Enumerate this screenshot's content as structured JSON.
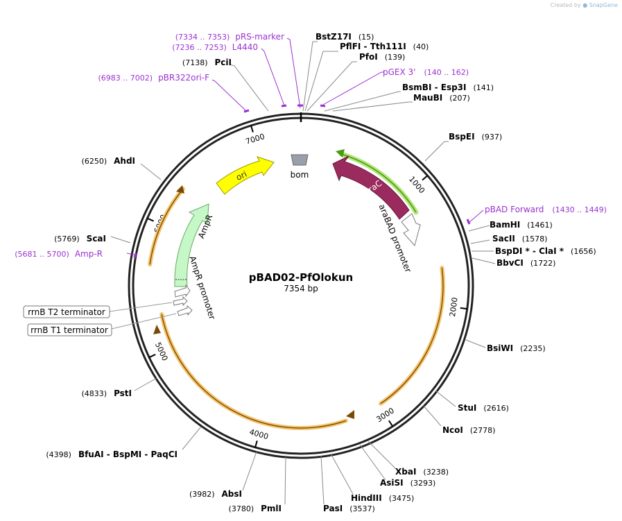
{
  "watermark": {
    "prefix": "Created by",
    "brand": "SnapGene"
  },
  "plasmid": {
    "name": "pBAD02-PfOlokun",
    "size_label": "7354 bp",
    "length": 7354
  },
  "colors": {
    "ori": "#ffff00",
    "araC": "#9b2b5e",
    "araC_glow": "#7fcc33",
    "ampr": "#c6f7c6",
    "glow_orange": "#f5b330",
    "bom": "#9aa0aa",
    "primer": "#9b30d0",
    "site": "#000000"
  },
  "ticks": [
    {
      "pos": 1000,
      "label": "1000"
    },
    {
      "pos": 2000,
      "label": "2000"
    },
    {
      "pos": 3000,
      "label": "3000"
    },
    {
      "pos": 4000,
      "label": "4000"
    },
    {
      "pos": 5000,
      "label": "5000"
    },
    {
      "pos": 6000,
      "label": "6000"
    },
    {
      "pos": 7000,
      "label": "7000"
    }
  ],
  "sites": [
    {
      "name": "BstZ17I",
      "pos": "(15)",
      "at": 15,
      "side": "right"
    },
    {
      "name": "PflFI  -  Tth111I",
      "pos": "(40)",
      "at": 40,
      "side": "right"
    },
    {
      "name": "PfoI",
      "pos": "(139)",
      "at": 139,
      "side": "right"
    },
    {
      "name": "BsmBI  -  Esp3I",
      "pos": "(141)",
      "at": 141,
      "side": "right"
    },
    {
      "name": "MauBI",
      "pos": "(207)",
      "at": 207,
      "side": "right"
    },
    {
      "name": "BspEI",
      "pos": "(937)",
      "at": 937,
      "side": "right"
    },
    {
      "name": "BamHI",
      "pos": "(1461)",
      "at": 1461,
      "side": "right"
    },
    {
      "name": "SacII",
      "pos": "(1578)",
      "at": 1578,
      "side": "right"
    },
    {
      "name": "BspDI *  -  ClaI *",
      "pos": "(1656)",
      "at": 1656,
      "side": "right"
    },
    {
      "name": "BbvCI",
      "pos": "(1722)",
      "at": 1722,
      "side": "right"
    },
    {
      "name": "BsiWI",
      "pos": "(2235)",
      "at": 2235,
      "side": "right"
    },
    {
      "name": "StuI",
      "pos": "(2616)",
      "at": 2616,
      "side": "right"
    },
    {
      "name": "NcoI",
      "pos": "(2778)",
      "at": 2778,
      "side": "right"
    },
    {
      "name": "XbaI",
      "pos": "(3238)",
      "at": 3238,
      "side": "right"
    },
    {
      "name": "AsiSI",
      "pos": "(3293)",
      "at": 3293,
      "side": "right"
    },
    {
      "name": "HindIII",
      "pos": "(3475)",
      "at": 3475,
      "side": "right"
    },
    {
      "name": "PasI",
      "pos": "(3537)",
      "at": 3537,
      "side": "right"
    },
    {
      "name": "PmlI",
      "pos": "(3780)",
      "at": 3780,
      "side": "left"
    },
    {
      "name": "AbsI",
      "pos": "(3982)",
      "at": 3982,
      "side": "left"
    },
    {
      "name": "BfuAI  -  BspMI  -  PaqCI",
      "pos": "(4398)",
      "at": 4398,
      "side": "left"
    },
    {
      "name": "PstI",
      "pos": "(4833)",
      "at": 4833,
      "side": "left"
    },
    {
      "name": "ScaI",
      "pos": "(5769)",
      "at": 5769,
      "side": "left"
    },
    {
      "name": "AhdI",
      "pos": "(6250)",
      "at": 6250,
      "side": "left"
    },
    {
      "name": "PciI",
      "pos": "(7138)",
      "at": 7138,
      "side": "left"
    }
  ],
  "primers": [
    {
      "name": "pRS-marker",
      "pos": "(7334 .. 7353)",
      "at": 7343,
      "side": "left"
    },
    {
      "name": "L4440",
      "pos": "(7236 .. 7253)",
      "at": 7245,
      "side": "left"
    },
    {
      "name": "pBR322ori-F",
      "pos": "(6983 .. 7002)",
      "at": 6992,
      "side": "left"
    },
    {
      "name": "pGEX 3'",
      "pos": "(140 .. 162)",
      "at": 151,
      "side": "right"
    },
    {
      "name": "pBAD Forward",
      "pos": "(1430 .. 1449)",
      "at": 1440,
      "side": "right"
    },
    {
      "name": "Amp-R",
      "pos": "(5681 .. 5700)",
      "at": 5690,
      "side": "left"
    }
  ],
  "features": {
    "ori": "ori",
    "araC": "araC",
    "bom": "bom",
    "araBAD_promoter": "araBAD promoter",
    "ampr": "AmpR",
    "ampr_promoter": "AmpR promoter",
    "rrnB_T2": "rrnB T2 terminator",
    "rrnB_T1": "rrnB T1 terminator"
  }
}
